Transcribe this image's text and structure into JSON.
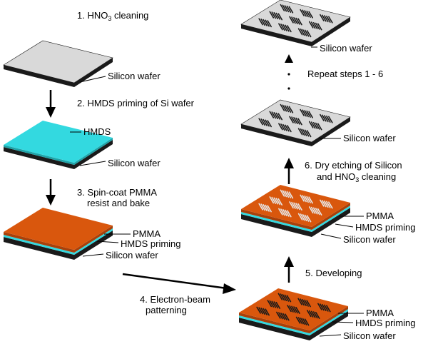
{
  "colors": {
    "silicon_top": "#d9d9d9",
    "silicon_edge": "#1a1a1a",
    "hmds": "#33d9e0",
    "hmds_dark": "#1fa3a8",
    "pmma": "#d9570d",
    "pmma_dark": "#a8400a",
    "mark_dark": "#1a1a1a",
    "mark_light": "#e6e6e6",
    "arrow": "#000000"
  },
  "steps": {
    "s1": {
      "pre": "1. HNO",
      "sub": "3",
      "post": " cleaning"
    },
    "s2": "2. HMDS priming of Si wafer",
    "s3": {
      "line1": "3. Spin-coat PMMA",
      "line2": "resist and bake"
    },
    "s4": {
      "line1": "4. Electron-beam",
      "line2": "patterning"
    },
    "s5": "5. Developing",
    "s6": {
      "line1": "6. Dry etching of Silicon",
      "line2_pre": "and HNO",
      "line2_sub": "3",
      "line2_post": " cleaning"
    },
    "repeat": "Repeat steps 1 - 6"
  },
  "labels": {
    "silicon_wafer": "Silicon wafer",
    "hmds": "HMDS",
    "pmma": "PMMA",
    "hmds_priming": "HMDS priming"
  }
}
